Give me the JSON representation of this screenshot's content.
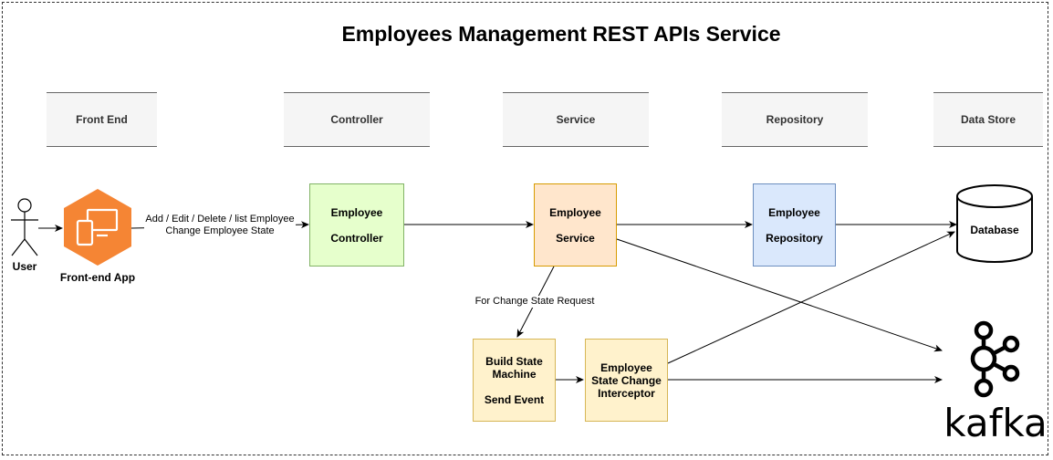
{
  "title": "Employees Management REST APIs Service",
  "lanes": {
    "front_end": "Front End",
    "controller": "Controller",
    "service": "Service",
    "repository": "Repository",
    "data_store": "Data Store"
  },
  "nodes": {
    "user": "User",
    "frontend_app": "Front-end App",
    "controller": {
      "line1": "Employee",
      "line2": "Controller"
    },
    "service": {
      "line1": "Employee",
      "line2": "Service"
    },
    "repository": {
      "line1": "Employee",
      "line2": "Repository"
    },
    "database": "Database",
    "state_machine": {
      "line1": "Build State",
      "line2": "Machine",
      "line3": "Send Event"
    },
    "interceptor": {
      "line1": "Employee",
      "line2": "State Change",
      "line3": "Interceptor"
    },
    "kafka": "kafka"
  },
  "edges": {
    "frontend_to_controller_line1": "Add / Edit / Delete / list Employee",
    "frontend_to_controller_line2": "Change Employee State",
    "service_to_state_machine": "For Change State Request"
  },
  "colors": {
    "controller_fill": "#e6ffcc",
    "service_fill": "#ffe6cc",
    "repository_fill": "#dae8fc",
    "state_fill": "#fff2cc",
    "frontend_icon": "#f58534"
  }
}
